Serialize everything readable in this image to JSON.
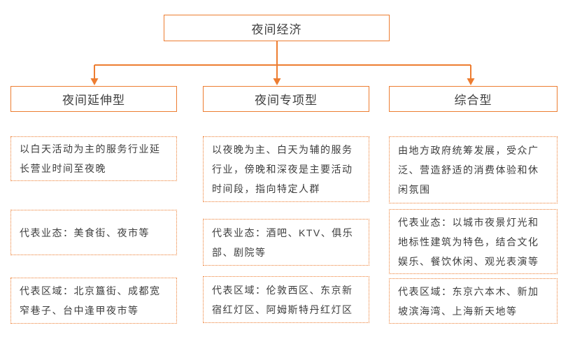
{
  "colors": {
    "accent": "#ED7D31",
    "text": "#3D3D3D",
    "background": "#FFFFFF"
  },
  "root": {
    "label": "夜间经济"
  },
  "branches": [
    {
      "title": "夜间延伸型",
      "description": "以白天活动为主的服务行业延长营业时间至夜晚",
      "business": "代表业态：美食街、夜市等",
      "regions": "代表区域：北京簋街、成都宽窄巷子、台中逢甲夜市等"
    },
    {
      "title": "夜间专项型",
      "description": "以夜晚为主、白天为辅的服务行业，傍晚和深夜是主要活动时间段，指向特定人群",
      "business": "代表业态：酒吧、KTV、俱乐部、剧院等",
      "regions": "代表区域：伦敦西区、东京新宿红灯区、阿姆斯特丹红灯区"
    },
    {
      "title": "综合型",
      "description": "由地方政府统筹发展，受众广泛、营造舒适的消费体验和休闲氛围",
      "business": "代表业态：以城市夜景灯光和地标性建筑为特色，结合文化娱乐、餐饮休闲、观光表演等",
      "regions": "代表区域：东京六本木、新加坡滨海湾、上海新天地等"
    }
  ]
}
